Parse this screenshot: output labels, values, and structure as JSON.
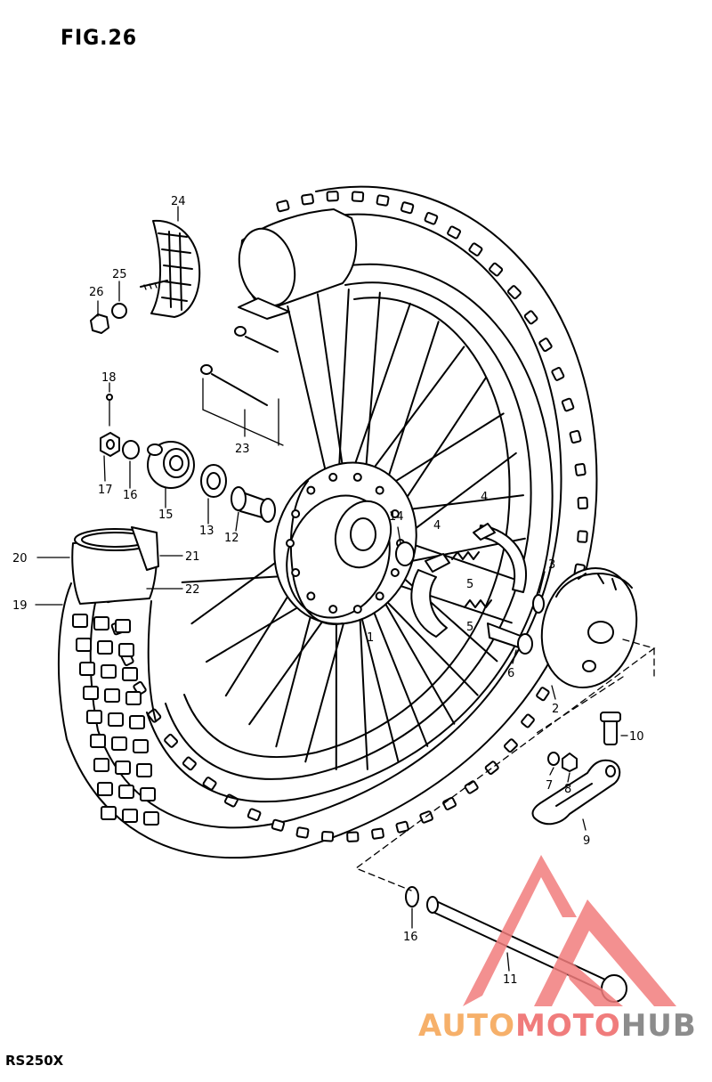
{
  "figure": {
    "title": "FIG.26",
    "model": "RS250X"
  },
  "watermark": {
    "text_part1": "AUTO",
    "text_part2": "MOTO",
    "text_part3": "HUB",
    "colors": {
      "part1": "#f6b06a",
      "part2": "#f07c7c",
      "part3": "#8c8c8c",
      "mark": "#f27d7d"
    }
  },
  "callouts": {
    "c1": "1",
    "c2": "2",
    "c3": "3",
    "c4a": "4",
    "c4b": "4",
    "c5a": "5",
    "c5b": "5",
    "c6": "6",
    "c7": "7",
    "c8": "8",
    "c9": "9",
    "c10": "10",
    "c11": "11",
    "c12": "12",
    "c13": "13",
    "c14": "14",
    "c15": "15",
    "c16a": "16",
    "c16b": "16",
    "c17": "17",
    "c18": "18",
    "c19": "19",
    "c20": "20",
    "c21": "21",
    "c22": "22",
    "c23": "23",
    "c24": "24",
    "c25": "25",
    "c26": "26"
  }
}
